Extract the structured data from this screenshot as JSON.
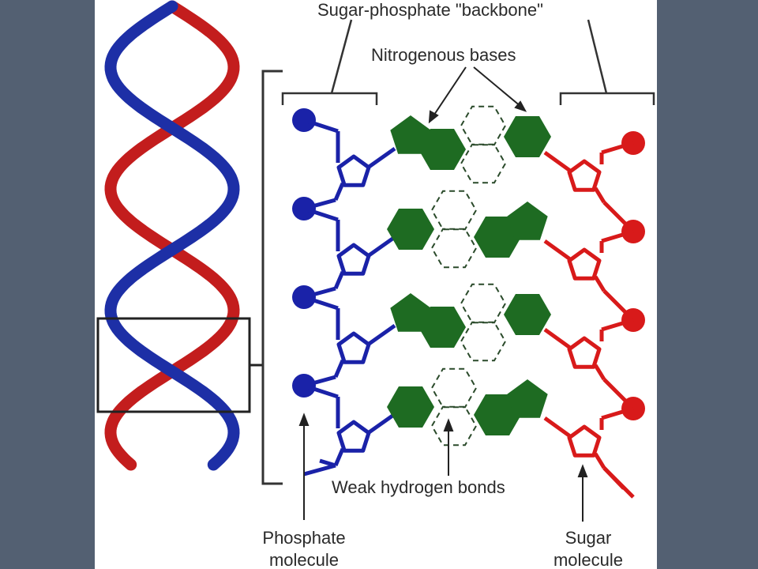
{
  "diagram": {
    "labels": {
      "backbone": "Sugar-phosphate \"backbone\"",
      "bases": "Nitrogenous bases",
      "hbonds": "Weak hydrogen bonds",
      "phosphate_line1": "Phosphate",
      "phosphate_line2": "molecule",
      "sugar_line1": "Sugar",
      "sugar_line2": "molecule"
    },
    "colors": {
      "left_strand": "#1a22a8",
      "right_strand": "#d81a1a",
      "base": "#1e6b22",
      "helix_red": "#c31d1d",
      "helix_dark_red": "#6d0f14",
      "helix_blue": "#1d2fa6",
      "rung": "#a3a3a3",
      "bracket": "#333333",
      "side_panel": "#536072"
    }
  }
}
